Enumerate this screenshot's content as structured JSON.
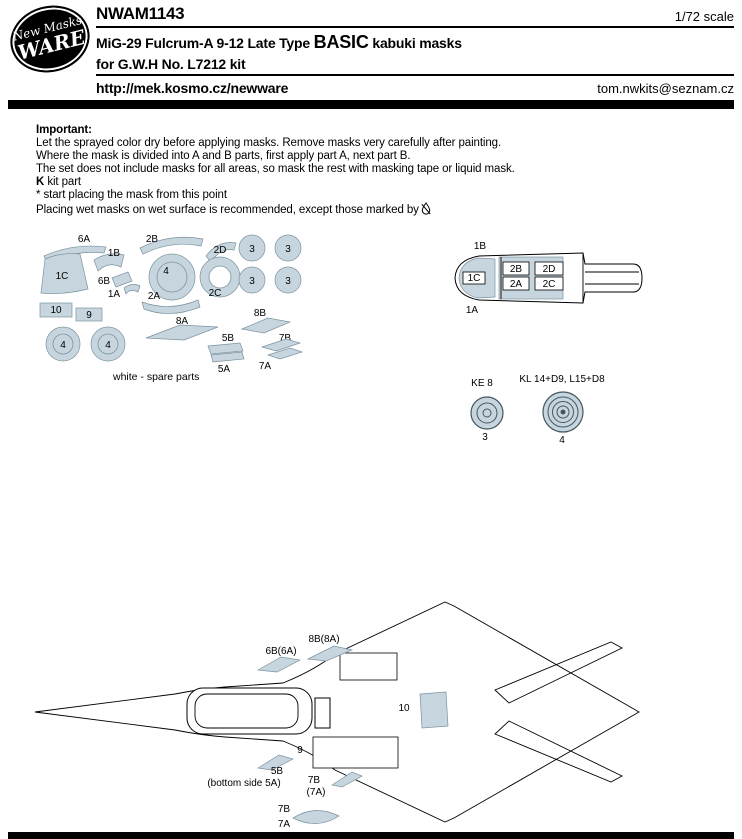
{
  "header": {
    "logo_line1": "New Masks",
    "logo_line2": "WARE",
    "product_code": "NWAM1143",
    "scale": "1/72 scale",
    "title_prefix": "MiG-29 Fulcrum-A 9-12 Late Type ",
    "title_basic": "BASIC",
    "title_suffix": " kabuki masks",
    "subtitle": "for G.W.H No. L7212 kit",
    "url": "http://mek.kosmo.cz/newware",
    "email": "tom.nwkits@seznam.cz"
  },
  "important": {
    "heading": "Important:",
    "line1": "Let the sprayed color dry before applying masks. Remove masks very carefully after painting.",
    "line2": "Where the mask is divided into A and B parts, first apply part A, next part B.",
    "line3": "The set does not include masks for all areas, so mask the rest with masking tape or liquid mask.",
    "line4_k": "K",
    "line4_rest": " kit part",
    "line5": "* start placing the mask from this point",
    "line6": "Placing wet masks on wet surface is recommended, except those marked by"
  },
  "parts": {
    "l6A": "6A",
    "l1B": "1B",
    "l1C": "1C",
    "l6B": "6B",
    "l1A": "1A",
    "l2B": "2B",
    "l2A": "2A",
    "l2C": "2C",
    "l2D": "2D",
    "n3": "3",
    "n4": "4",
    "l10": "10",
    "l9": "9",
    "l8A": "8A",
    "l8B": "8B",
    "l5B": "5B",
    "l5A": "5A",
    "l7B": "7B",
    "l7A": "7A",
    "caption": "white - spare parts"
  },
  "canopy": {
    "l1B": "1B",
    "l1C": "1C",
    "l2B": "2B",
    "l2A": "2A",
    "l2D": "2D",
    "l2C": "2C",
    "l1A": "1A"
  },
  "wheels": {
    "left_title": "KE 8",
    "left_num": "3",
    "right_title": "KL 14+D9, L15+D8",
    "right_num": "4"
  },
  "aircraft": {
    "l8B8A": "8B(8A)",
    "l6B6A": "6B(6A)",
    "l10": "10",
    "l9": "9",
    "l5B": "5B",
    "bottom_side": "(bottom side 5A)",
    "l7B": "7B",
    "l7A_paren": "(7A)",
    "l7A": "7A"
  }
}
